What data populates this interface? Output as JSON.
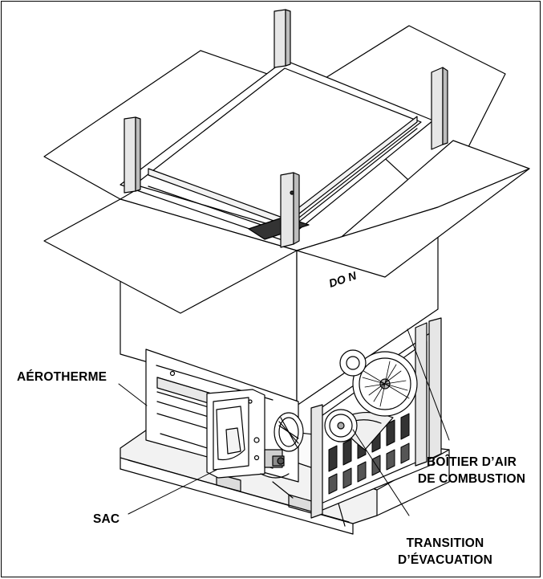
{
  "labels": {
    "unit_heater": "AÉROTHERME",
    "bag": "SAC",
    "combustion_box_line1": "BOÎTIER D’AIR",
    "combustion_box_line2": "DE COMBUSTION",
    "exhaust_line1": "TRANSITION",
    "exhaust_line2": "D’ÉVACUATION"
  },
  "box_print": "DO N"
}
